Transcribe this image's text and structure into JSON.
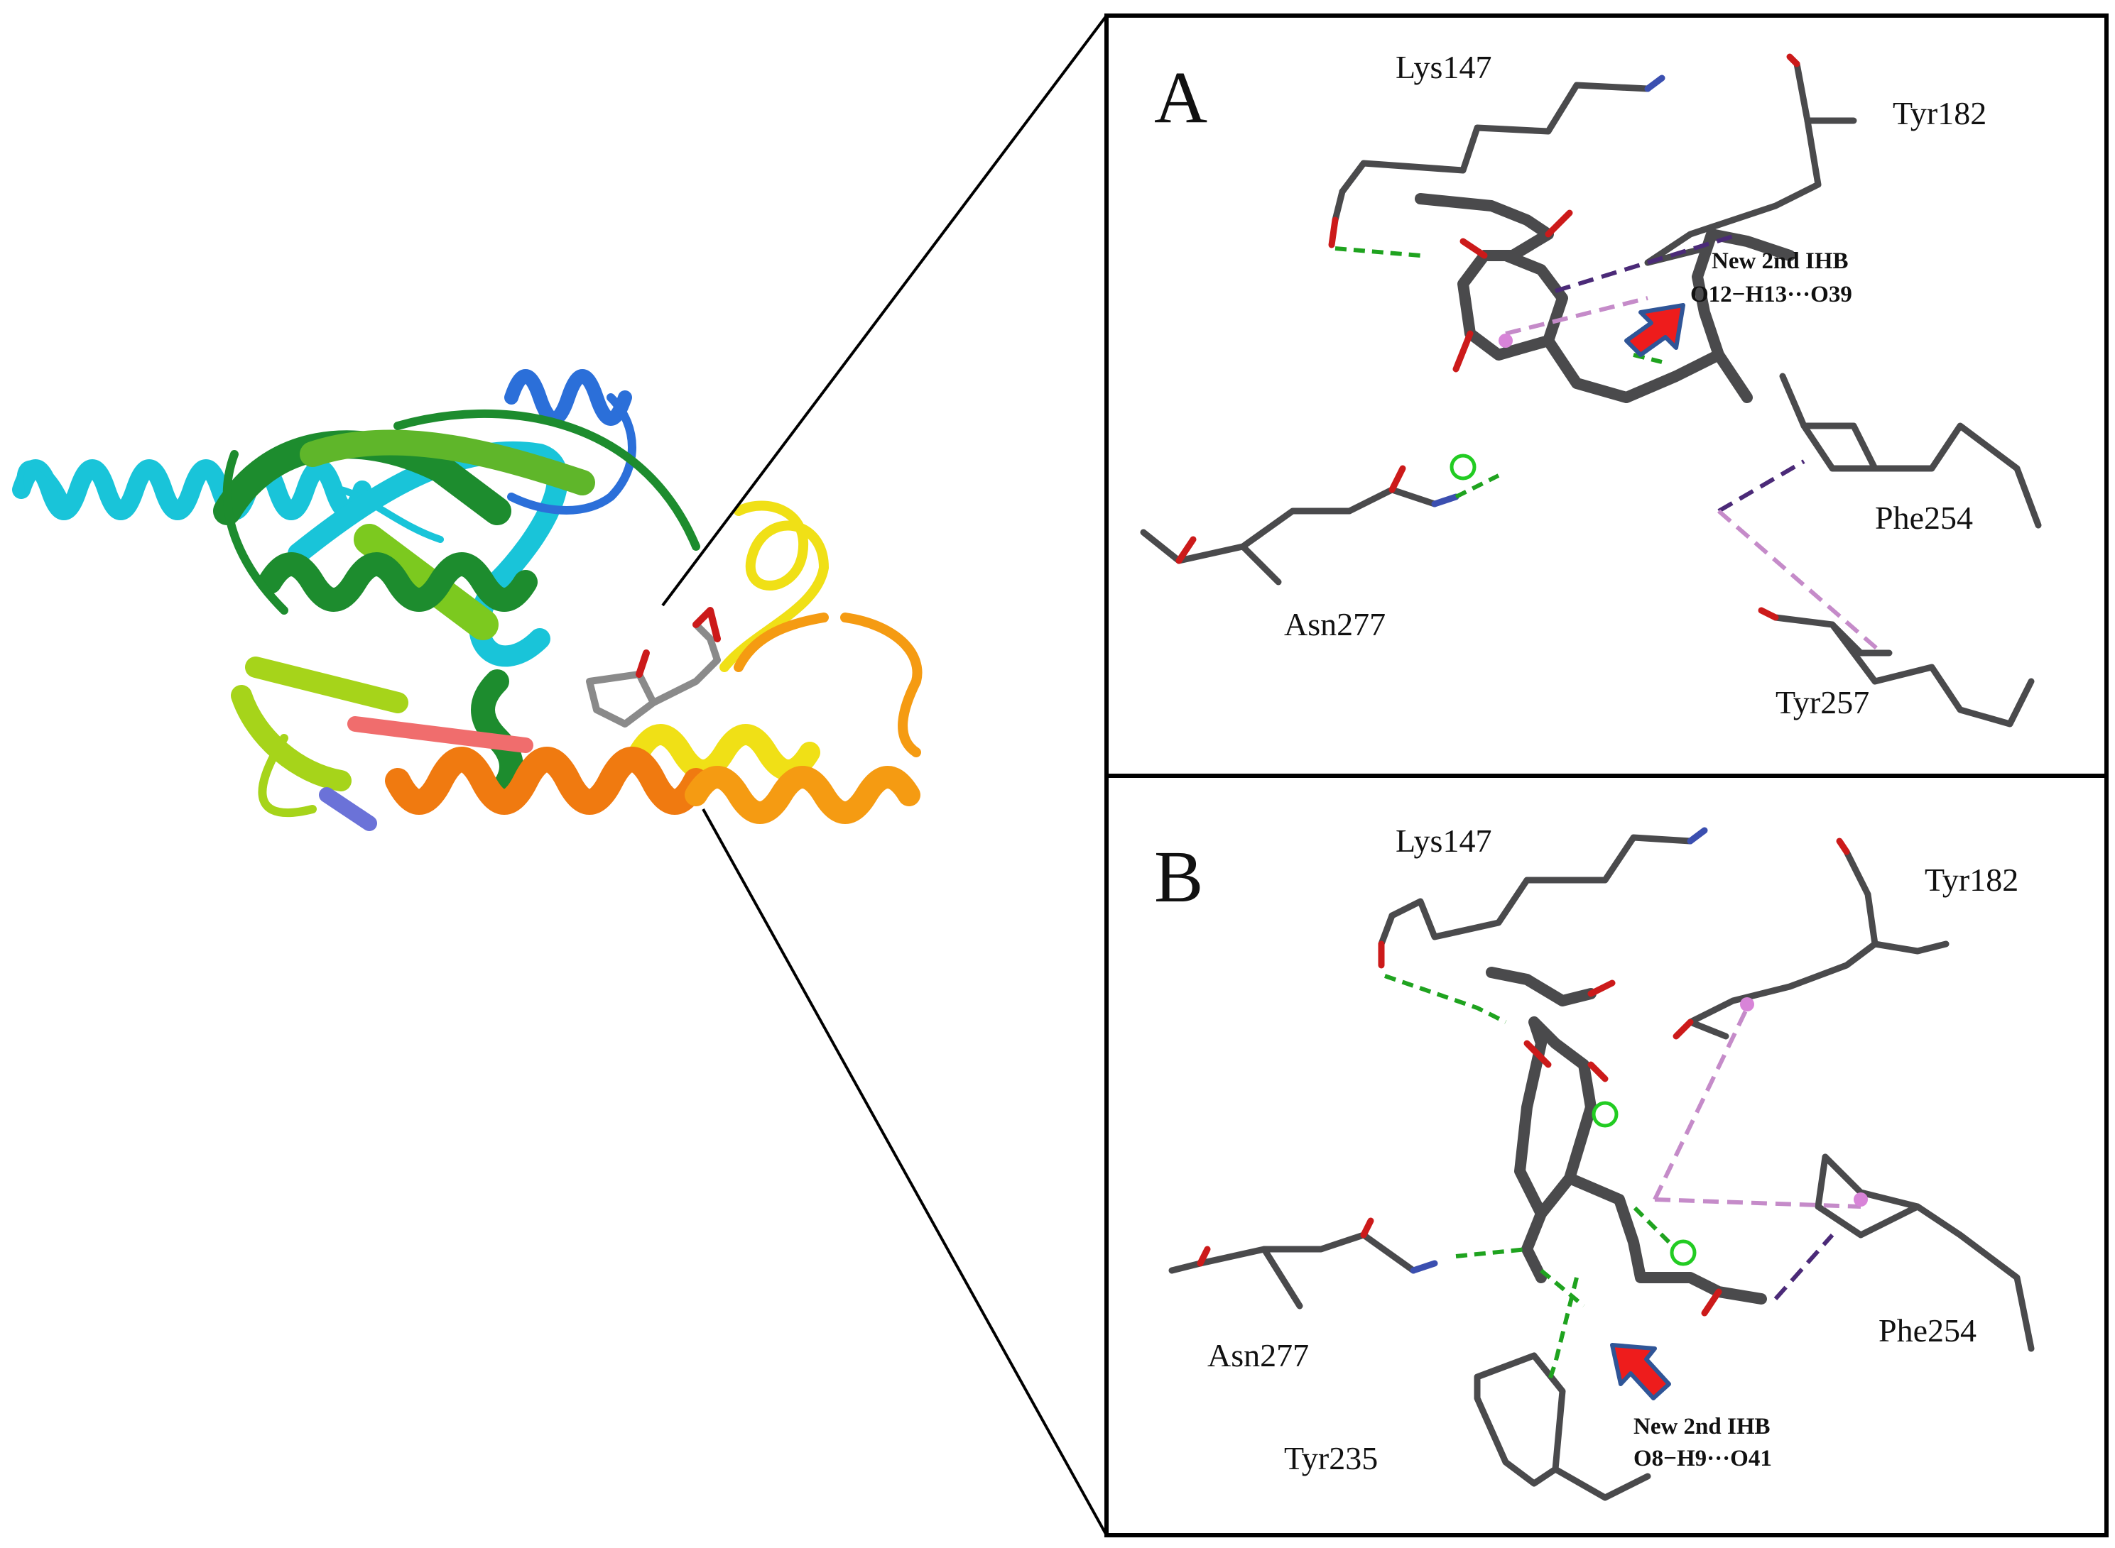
{
  "panels": [
    {
      "letter": "A",
      "residues": [
        "Lys147",
        "Tyr182",
        "Phe254",
        "Asn277",
        "Tyr257"
      ],
      "ihb_title": "New  2nd IHB",
      "ihb_bond": "O12−H13···O39"
    },
    {
      "letter": "B",
      "residues": [
        "Lys147",
        "Tyr182",
        "Phe254",
        "Asn277",
        "Tyr235"
      ],
      "ihb_title": "New  2nd IHB",
      "ihb_bond": "O8−H9···O41"
    }
  ],
  "colors": {
    "stick": "#4a4a4c",
    "oxygen": "#cc1a1a",
    "nitrogen": "#3b4fb0",
    "hbond": "#1fa31f",
    "pi_interaction": "#c58bc9",
    "pi_dark": "#4b2a78",
    "arrow": "#ee1c1c",
    "arrow_outline": "#2f5597",
    "helix_cyan": "#19c4d9",
    "helix_blue": "#2b6fd9",
    "green": "#1d8c2e",
    "lime": "#a6d41a",
    "yellow": "#f0e016",
    "orange": "#f07a10"
  }
}
